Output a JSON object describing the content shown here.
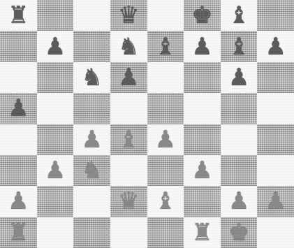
{
  "board": {
    "files": 8,
    "ranks": 8,
    "top_left_square": "light",
    "colors": {
      "light_square": "#f7f7f7",
      "dark_square": "#b9b9b9",
      "black_piece": "#5c5c5c",
      "white_piece": "#8a8a8a"
    },
    "rows": [
      [
        "bR",
        "",
        "",
        "bQ",
        "",
        "bK",
        "bB",
        ""
      ],
      [
        "",
        "bP",
        "",
        "bN",
        "bB",
        "bP",
        "bB",
        "bP"
      ],
      [
        "",
        "",
        "bN",
        "bP",
        "",
        "",
        "bP",
        ""
      ],
      [
        "bP",
        "",
        "",
        "",
        "",
        "",
        "",
        ""
      ],
      [
        "",
        "",
        "wP",
        "wB",
        "wP",
        "",
        "",
        ""
      ],
      [
        "",
        "wP",
        "wN",
        "",
        "",
        "wP",
        "",
        ""
      ],
      [
        "wP",
        "",
        "",
        "wQ",
        "wB",
        "",
        "wP",
        "wP"
      ],
      [
        "wR",
        "",
        "",
        "",
        "",
        "wR",
        "wK",
        ""
      ]
    ]
  },
  "piece_glyphs": {
    "K": "♚",
    "Q": "♛",
    "R": "♜",
    "B": "♝",
    "N": "♞",
    "P": "♟"
  },
  "piece_icon_names": {
    "K": "king-icon",
    "Q": "queen-icon",
    "R": "rook-icon",
    "B": "bishop-icon",
    "N": "knight-icon",
    "P": "pawn-icon"
  }
}
